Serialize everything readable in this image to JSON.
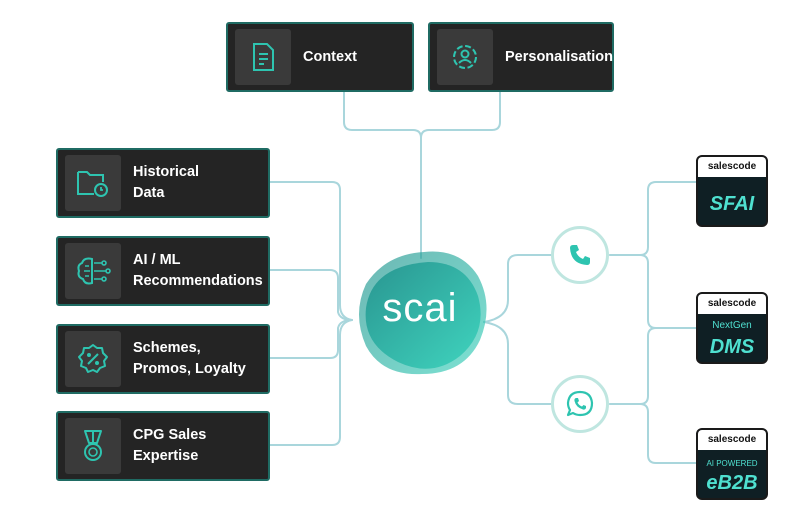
{
  "top_cards": [
    {
      "label": "Context",
      "icon": "document-icon"
    },
    {
      "label": "Personalisation",
      "icon": "person-gear-icon"
    }
  ],
  "left_cards": [
    {
      "label": "Historical\nData",
      "icon": "folder-clock-icon"
    },
    {
      "label": "AI / ML\nRecommendations",
      "icon": "brain-circuit-icon"
    },
    {
      "label": "Schemes,\nPromos, Loyalty",
      "icon": "percent-badge-icon"
    },
    {
      "label": "CPG Sales\nExpertise",
      "icon": "medal-icon"
    }
  ],
  "center": {
    "label": "scai"
  },
  "channels": [
    {
      "icon": "phone-icon"
    },
    {
      "icon": "whatsapp-icon"
    }
  ],
  "products": [
    {
      "brand": "salescode",
      "sub": "",
      "main": "SFAI"
    },
    {
      "brand": "salescode",
      "sub": "NextGen",
      "main": "DMS"
    },
    {
      "brand": "salescode",
      "sub": "AI POWERED",
      "main": "eB2B"
    }
  ],
  "colors": {
    "card_bg": "#242424",
    "card_border": "#1f6b63",
    "accent": "#2ec4b0",
    "connector": "#a9d6dc"
  }
}
